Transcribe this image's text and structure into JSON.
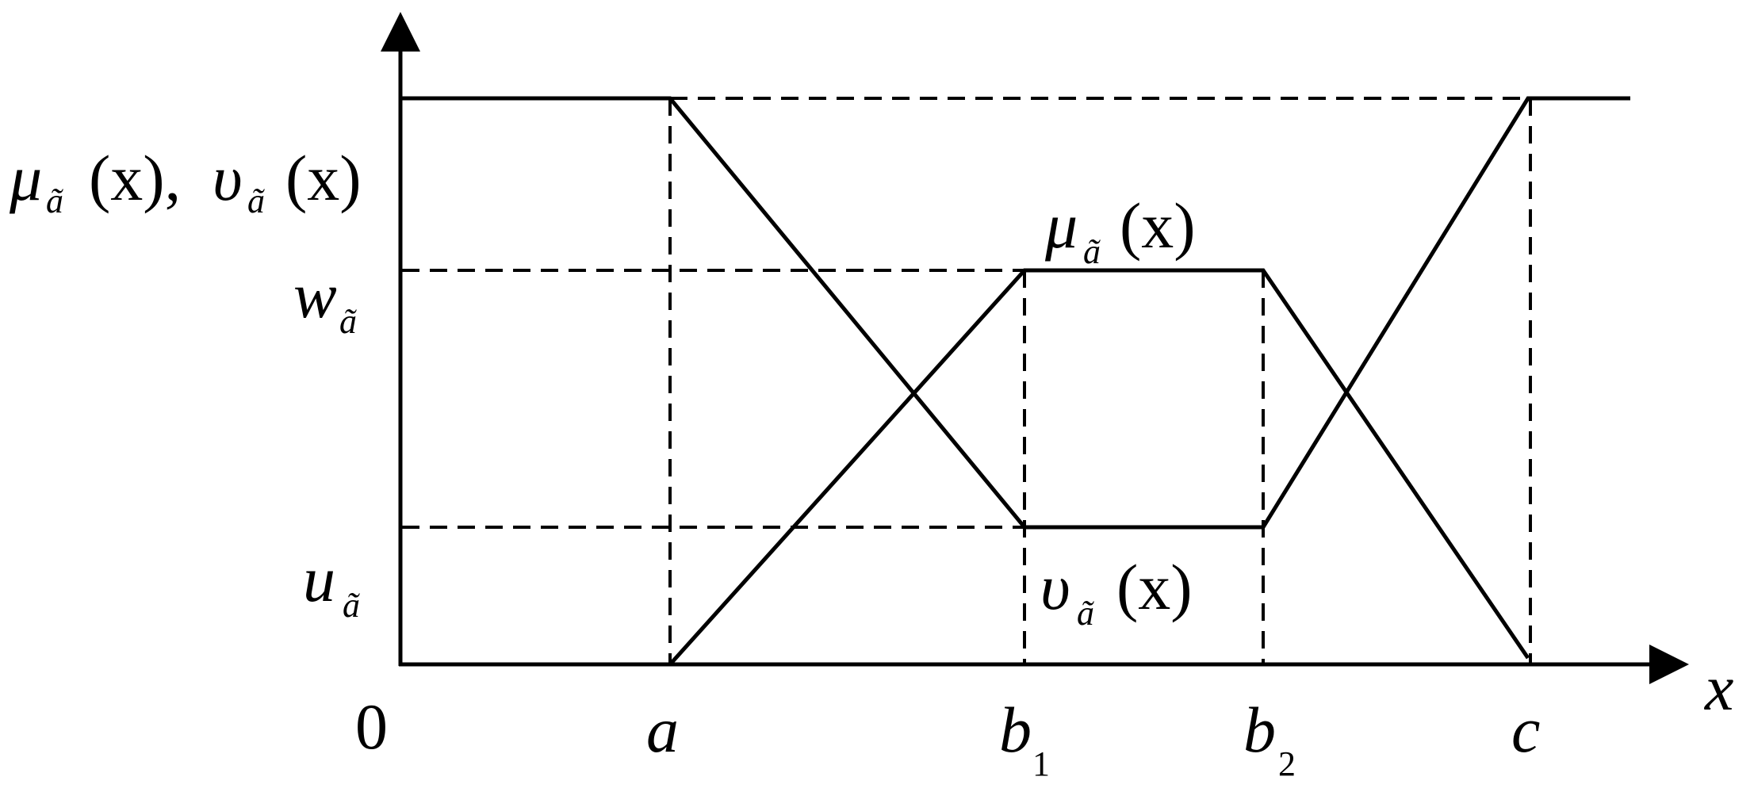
{
  "axis_labels": {
    "y_line1_mu": "μ",
    "y_line1_sub": "ã",
    "y_line1_x": "(x),",
    "y_line1_nu": "υ",
    "y_line1_sub2": "ã",
    "y_line1_x2": "(x)",
    "x": "x",
    "origin": "0"
  },
  "y_ticks": [
    {
      "main": "w",
      "sub": "ã"
    },
    {
      "main": "u",
      "sub": "ã"
    }
  ],
  "x_ticks": [
    {
      "main": "a",
      "sub": ""
    },
    {
      "main": "b",
      "sub": "1"
    },
    {
      "main": "b",
      "sub": "2"
    },
    {
      "main": "c",
      "sub": ""
    }
  ],
  "curve_labels": {
    "mu": {
      "main": "μ",
      "sub": "ã",
      "arg": "(x)"
    },
    "nu": {
      "main": "υ",
      "sub": "ã",
      "arg": "(x)"
    }
  }
}
